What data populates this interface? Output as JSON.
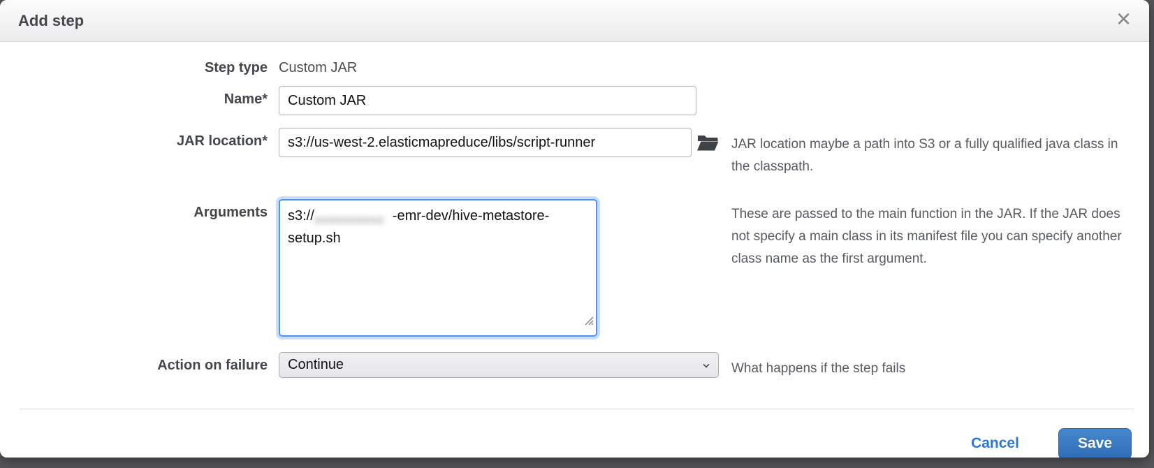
{
  "modal": {
    "title": "Add step"
  },
  "icons": {
    "close": "×",
    "browse": "open-folder",
    "select_caret": "chevron-down",
    "textarea_resize": "resize-grip"
  },
  "form": {
    "step_type": {
      "label": "Step type",
      "value": "Custom JAR"
    },
    "name": {
      "label": "Name*",
      "value": "Custom JAR"
    },
    "jar_location": {
      "label": "JAR location*",
      "value": "s3://us-west-2.elasticmapreduce/libs/script-runner",
      "help": "JAR location maybe a path into S3 or a fully qualified java class in the classpath."
    },
    "arguments": {
      "label": "Arguments",
      "value_prefix": "s3://",
      "value_redacted_placeholder": "xxxxxxxxxx",
      "value_suffix": "-emr-dev/hive-metastore-setup.sh",
      "help": "These are passed to the main function in the JAR. If the JAR does not specify a main class in its manifest file you can specify another class name as the first argument."
    },
    "action_on_failure": {
      "label": "Action on failure",
      "value": "Continue",
      "help": "What happens if the step fails"
    }
  },
  "footer": {
    "cancel_label": "Cancel",
    "save_label": "Save"
  },
  "colors": {
    "accent_blue": "#2e77d0",
    "save_button_top": "#4788cd",
    "save_button_bottom": "#2f6db6",
    "focus_ring": "#4d90fe",
    "overlay": "#57575b"
  }
}
